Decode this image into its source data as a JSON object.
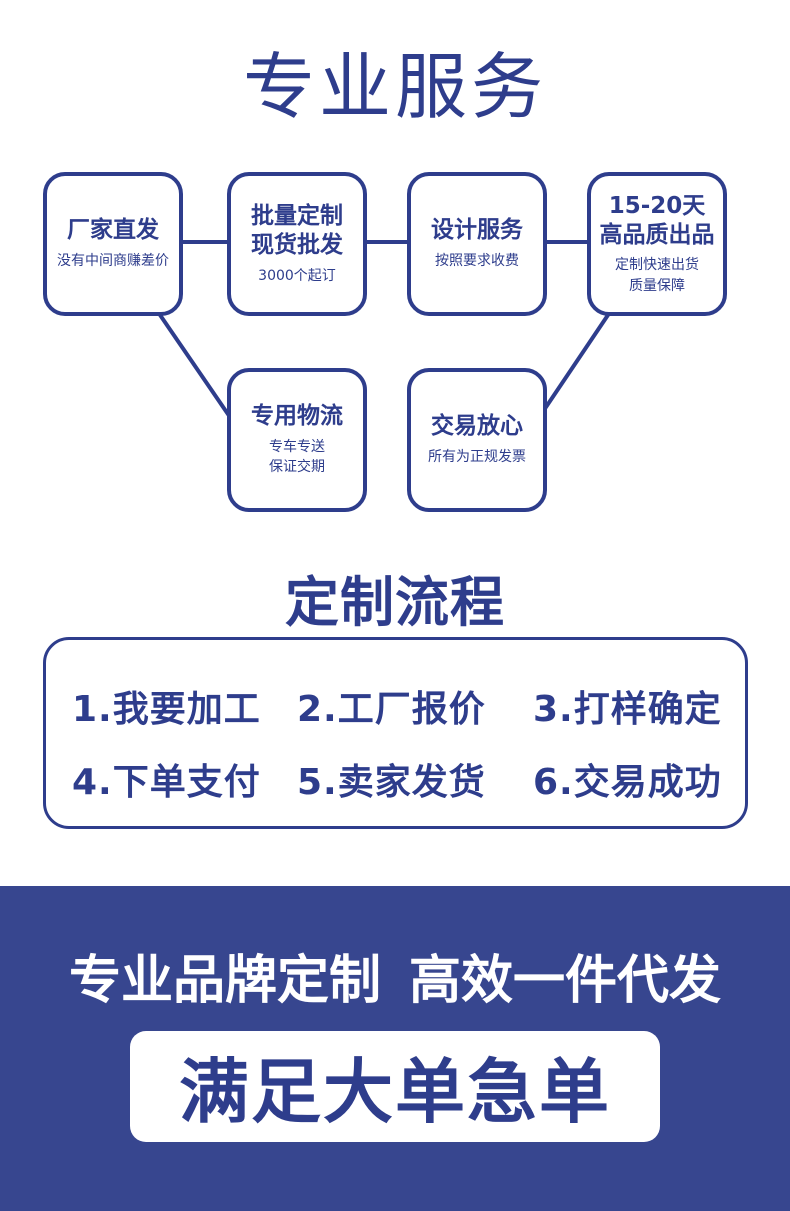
{
  "service": {
    "title": "专业服务",
    "nodes": [
      {
        "title": [
          "厂家直发"
        ],
        "sub": [
          "没有中间商赚差价"
        ]
      },
      {
        "title": [
          "批量定制",
          "现货批发"
        ],
        "sub": [
          "3000个起订"
        ]
      },
      {
        "title": [
          "设计服务"
        ],
        "sub": [
          "按照要求收费"
        ]
      },
      {
        "title": [
          "15-20天",
          "高品质出品"
        ],
        "sub": [
          "定制快速出货",
          "质量保障"
        ]
      },
      {
        "title": [
          "专用物流"
        ],
        "sub": [
          "专车专送",
          "保证交期"
        ]
      },
      {
        "title": [
          "交易放心"
        ],
        "sub": [
          "所有为正规发票"
        ]
      }
    ]
  },
  "process": {
    "title": "定制流程",
    "steps": [
      "1.我要加工",
      "2.工厂报价",
      "3.打样确定",
      "4.下单支付",
      "5.卖家发货",
      "6.交易成功"
    ]
  },
  "banner": {
    "slogan_left": "专业品牌定制",
    "slogan_right": "高效一件代发",
    "highlight": "满足大单急单"
  },
  "colors": {
    "primary": "#2e3d8c",
    "banner_bg": "#37468f",
    "white": "#ffffff"
  }
}
